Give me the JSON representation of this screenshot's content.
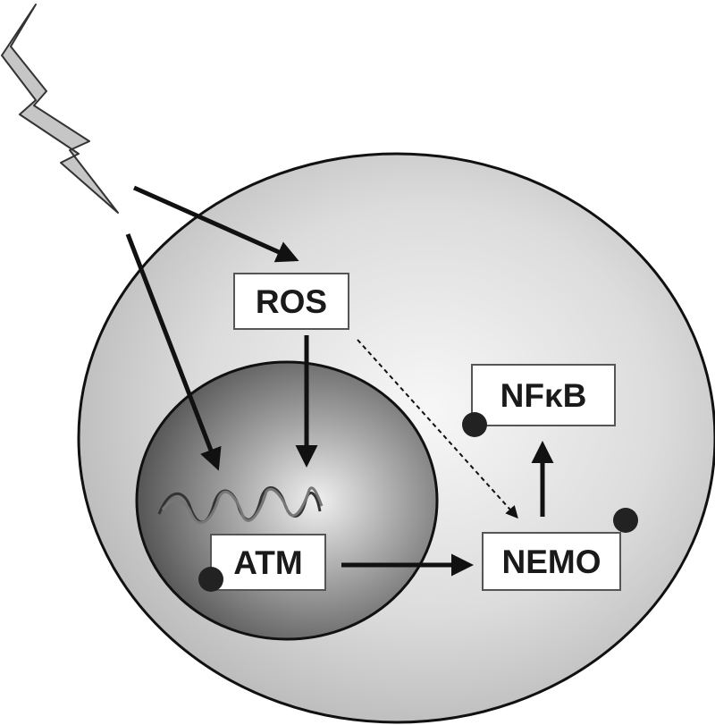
{
  "diagram": {
    "nodes": {
      "ros": {
        "label": "ROS"
      },
      "nfkb": {
        "label": "NFκB"
      },
      "atm": {
        "label": "ATM"
      },
      "nemo": {
        "label": "NEMO"
      }
    },
    "icons": {
      "radiation": "lightning-bolt-icon",
      "dna": "dna-strand-icon"
    },
    "colors": {
      "cell_fill_center": "#f4f4f4",
      "cell_fill_edge": "#bdbdbd",
      "nucleus_fill_center": "#f2f2f2",
      "nucleus_fill_edge": "#5a5a5a",
      "arrow": "#111111",
      "dot": "#222222"
    }
  }
}
